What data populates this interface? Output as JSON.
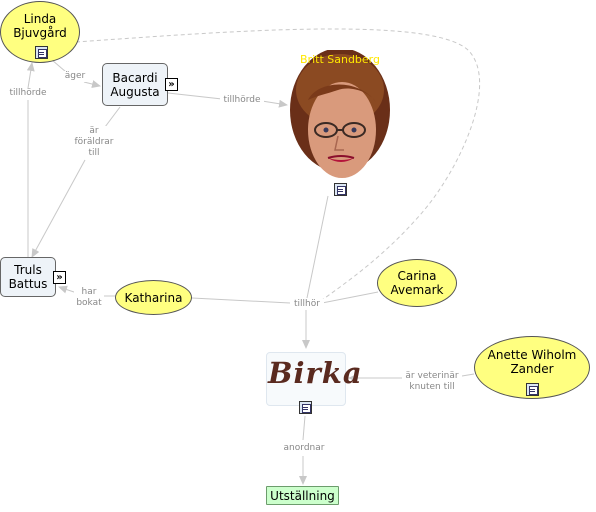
{
  "nodes": {
    "linda": "Linda Bjuvgård",
    "bacardi": "Bacardi Augusta",
    "britt": "Britt Sandberg",
    "truls": "Truls Battus",
    "katharina": "Katharina",
    "carina": "Carina Avemark",
    "birka": "Birka",
    "anette": "Anette Wiholm Zander",
    "utstallning": "Utställning"
  },
  "links": {
    "ager": "äger",
    "tillhorde_left": "tillhörde",
    "tillhorde_mid": "tillhörde",
    "ar_foraldrar_till": "är föräldrar till",
    "har_bokat": "har bokat",
    "tillhor": "tillhör",
    "ar_veterinar": "är veterinär knuten till",
    "anordnar": "anordnar"
  },
  "icons": {
    "document": "document-icon",
    "link": "link-icon"
  },
  "colors": {
    "person_fill": "#ffff80",
    "concept_fill": "#eef3f8",
    "event_fill": "#ccffcc",
    "line": "#c8c8c8",
    "label": "#888888"
  }
}
